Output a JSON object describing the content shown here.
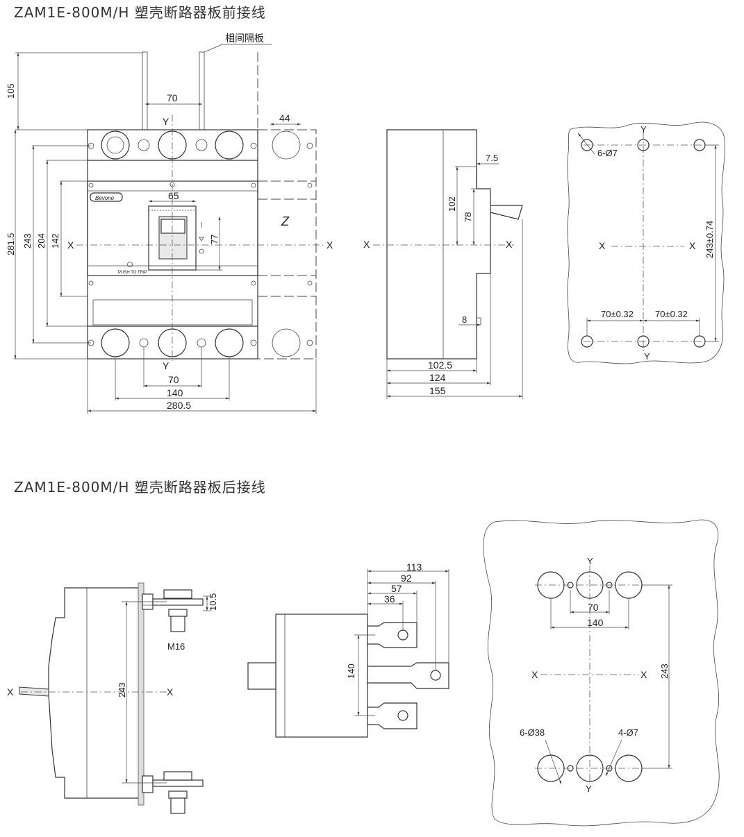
{
  "titles": {
    "front": "ZAM1E-800M/H 塑壳断路器板前接线",
    "rear": "ZAM1E-800M/H 塑壳断路器板后接线"
  },
  "front_view": {
    "partition_label": "相间隔板",
    "brand": "Bevone",
    "push_to_trip": "PUSH TO TRIP",
    "dims": {
      "d105": "105",
      "d70_top": "70",
      "d44": "44",
      "d65": "65",
      "d77": "77",
      "d281_5": "281.5",
      "d243": "243",
      "d204": "204",
      "d142": "142",
      "d70_bottom": "70",
      "d140": "140",
      "d280_5": "280.5"
    },
    "axis": {
      "x": "X",
      "y": "Y"
    }
  },
  "side_view": {
    "dims": {
      "d7_5": "7.5",
      "d102": "102",
      "d78": "78",
      "d8": "8",
      "d102_5": "102.5",
      "d124": "124",
      "d155": "155"
    },
    "axis": {
      "x": "X"
    }
  },
  "panel_cutout_front": {
    "holes_label": "6-Ø7",
    "dims": {
      "d70a": "70±0.32",
      "d70b": "70±0.32",
      "d243": "243±0.74"
    },
    "axis": {
      "x": "X",
      "y": "Y"
    }
  },
  "rear_side_view": {
    "dims": {
      "d10_5": "10.5",
      "m16": "M16",
      "d243": "243"
    },
    "axis": {
      "x": "X"
    }
  },
  "rear_top_view": {
    "dims": {
      "d113": "113",
      "d92": "92",
      "d57": "57",
      "d36": "36",
      "d140": "140"
    }
  },
  "panel_cutout_rear": {
    "large_holes": "6-Ø38",
    "small_holes": "4-Ø7",
    "dims": {
      "d70": "70",
      "d140": "140",
      "d243": "243"
    },
    "axis": {
      "x": "X",
      "y": "Y"
    }
  }
}
